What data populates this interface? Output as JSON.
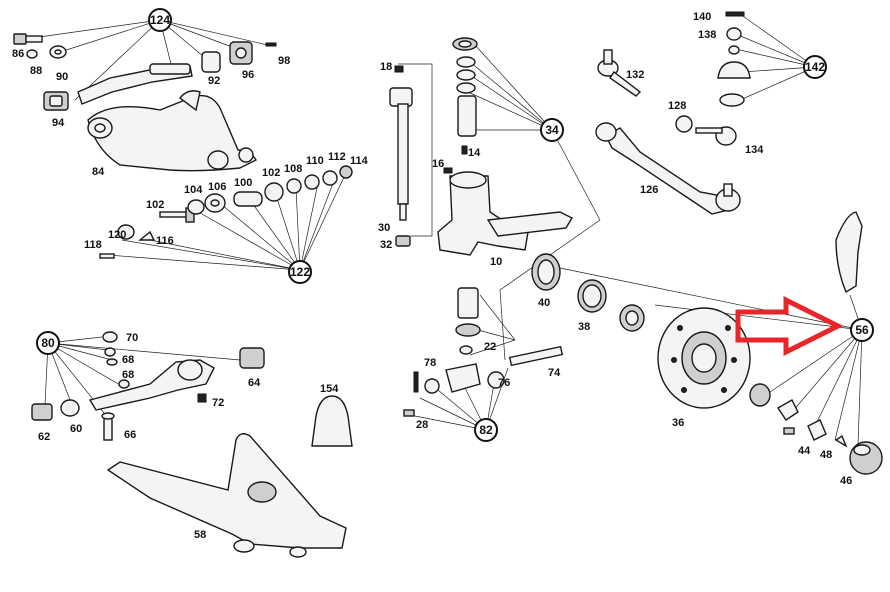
{
  "diagram": {
    "arrow_color": "#e8262a",
    "callouts": [
      {
        "id": "124",
        "label": "124"
      },
      {
        "id": "122",
        "label": "122"
      },
      {
        "id": "34",
        "label": "34"
      },
      {
        "id": "142",
        "label": "142"
      },
      {
        "id": "80",
        "label": "80"
      },
      {
        "id": "82",
        "label": "82"
      },
      {
        "id": "56",
        "label": "56"
      }
    ],
    "parts": {
      "p86": "86",
      "p88": "88",
      "p90": "90",
      "p92": "92",
      "p96": "96",
      "p98": "98",
      "p94": "94",
      "p84": "84",
      "p102": "102",
      "p104": "104",
      "p106": "106",
      "p100": "100",
      "p108": "108",
      "p110": "110",
      "p112": "112",
      "p114": "114",
      "p120": "120",
      "p116": "116",
      "p118": "118",
      "p18": "18",
      "p16": "16",
      "p14": "14",
      "p30": "30",
      "p32": "32",
      "p10": "10",
      "p132": "132",
      "p128": "128",
      "p134": "134",
      "p126": "126",
      "p140": "140",
      "p138": "138",
      "p40": "40",
      "p38": "38",
      "p22": "22",
      "p78": "78",
      "p76": "76",
      "p74": "74",
      "p28": "28",
      "p70": "70",
      "p68": "68",
      "p66": "66",
      "p64": "64",
      "p72": "72",
      "p62": "62",
      "p60": "60",
      "p154": "154",
      "p58": "58",
      "p36": "36",
      "p44": "44",
      "p48": "48",
      "p46": "46"
    }
  }
}
